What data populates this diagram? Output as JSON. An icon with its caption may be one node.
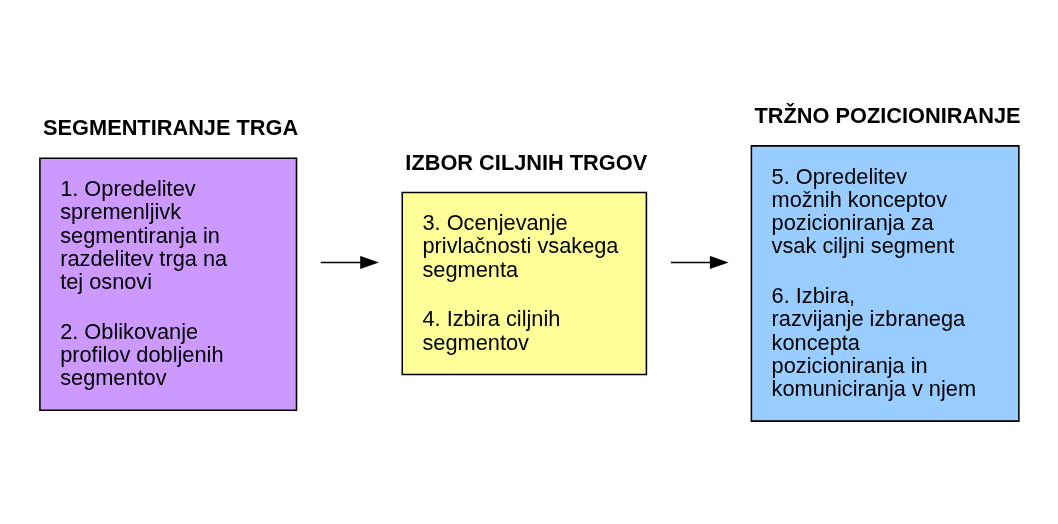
{
  "diagram": {
    "nodes": [
      {
        "text": [
          "SEGMENTIRANJE TRGA",
          "1. Opredelitev spremenljivk segmentiranja in razdelitev trga na tej osnovi",
          "2. Oblikovanje profilov dobljenih segmentov"
        ]
      },
      {
        "text": [
          "IZBOR CILJNIH TRGOV",
          "3. Ocenjevanje privlačnosti vsakega segmenta",
          "4. Izbira ciljnih segmentov"
        ]
      },
      {
        "text": [
          "TRŽNO POZICIONIRANJE",
          "5. Opredelitev možnih konceptov pozicioniranja za vsak ciljni segment",
          "6. Izbira, razvijanje izbranega koncepta pozicioniranja in komuniciranja v njem"
        ]
      }
    ],
    "edges": [
      {
        "from": 0,
        "to": 1,
        "arrow": "to"
      },
      {
        "from": 1,
        "to": 2,
        "arrow": "to"
      }
    ]
  }
}
